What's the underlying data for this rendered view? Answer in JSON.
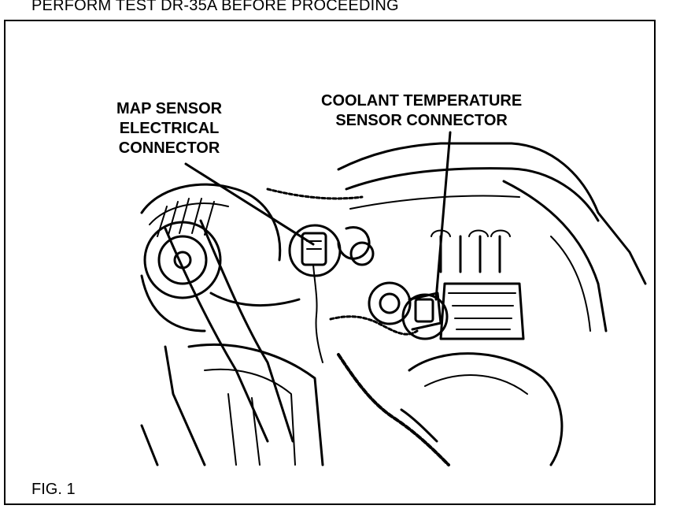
{
  "header": {
    "text": "PERFORM TEST DR-35A BEFORE PROCEEDING"
  },
  "callouts": {
    "map_sensor": {
      "lines": [
        "MAP SENSOR",
        "ELECTRICAL",
        "CONNECTOR"
      ]
    },
    "coolant_sensor": {
      "lines": [
        "COOLANT TEMPERATURE",
        "SENSOR CONNECTOR"
      ]
    }
  },
  "figure": {
    "label": "FIG. 1"
  }
}
